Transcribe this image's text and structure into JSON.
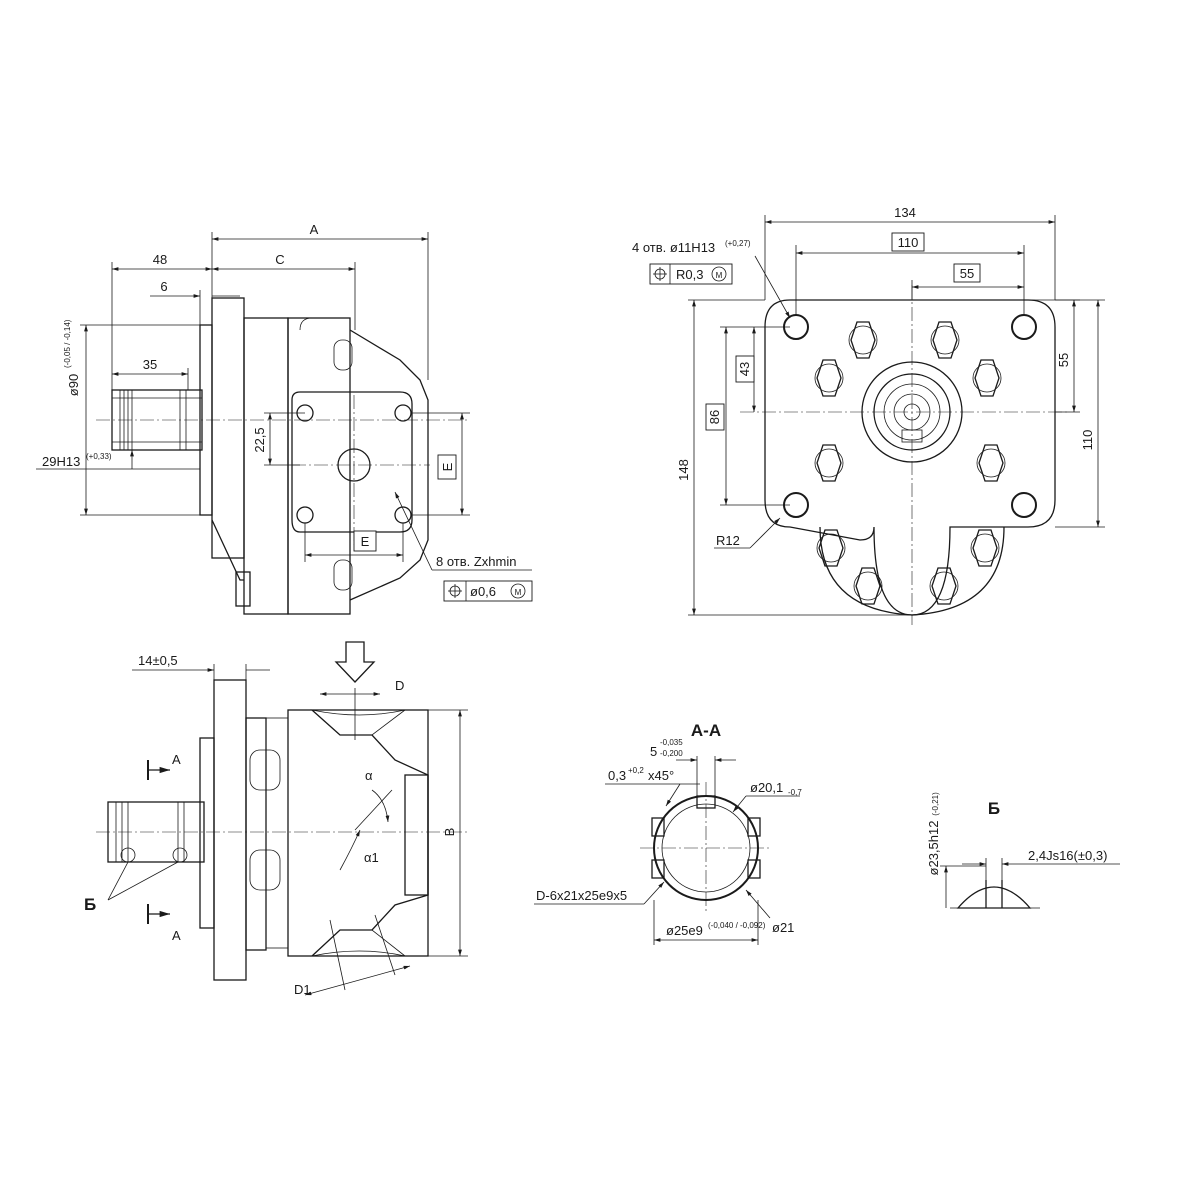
{
  "views": {
    "side": {
      "dim_A": "A",
      "dim_C": "C",
      "dim_48": "48",
      "dim_6": "6",
      "dim_35": "35",
      "dim_d90": "ø90",
      "dim_d90_tol": "(-0,05 / -0,14)",
      "dim_29h13": "29H13",
      "dim_29h13_tol": "(+0,33)",
      "dim_22_5": "22,5",
      "dim_E_v": "E",
      "dim_E_h": "E",
      "holes_note": "8 отв. Zxhmin",
      "holes_tol": "ø0,6",
      "holes_mod": "M"
    },
    "front": {
      "dim_134": "134",
      "dim_110_top": "110",
      "dim_55_top": "55",
      "holes_note": "4 отв. ø11H13",
      "holes_note_tol": "(+0,27)",
      "pos_tol": "R0,3",
      "pos_mod": "M",
      "dim_148": "148",
      "dim_86": "86",
      "dim_43": "43",
      "dim_55_right": "55",
      "dim_110_right": "110",
      "dim_R12": "R12"
    },
    "section": {
      "dim_14": "14±0,5",
      "dim_D": "D",
      "dim_D1": "D1",
      "dim_B": "B",
      "alpha": "α",
      "alpha1": "α1",
      "cut_A_top": "A",
      "cut_A_bottom": "A",
      "detail_mark": "Б"
    },
    "aa": {
      "title": "A-A",
      "dim_5": "5",
      "dim_5_tol_up": "-0,035",
      "dim_5_tol_dn": "-0,200",
      "dim_chamfer": "0,3",
      "dim_chamfer_tol": "+0,2",
      "dim_chamfer_angle": "x45°",
      "dim_d20": "ø20,1",
      "dim_d20_tol": "-0,7",
      "spline": "D-6x21x25e9x5",
      "dim_d25": "ø25e9",
      "dim_d25_tol": "(-0,040 / -0,092)",
      "dim_d21": "ø21"
    },
    "detail": {
      "title": "Б",
      "dim_d23": "ø23,5h12",
      "dim_d23_tol": "(-0,21)",
      "dim_24": "2,4Js16(±0,3)"
    }
  }
}
